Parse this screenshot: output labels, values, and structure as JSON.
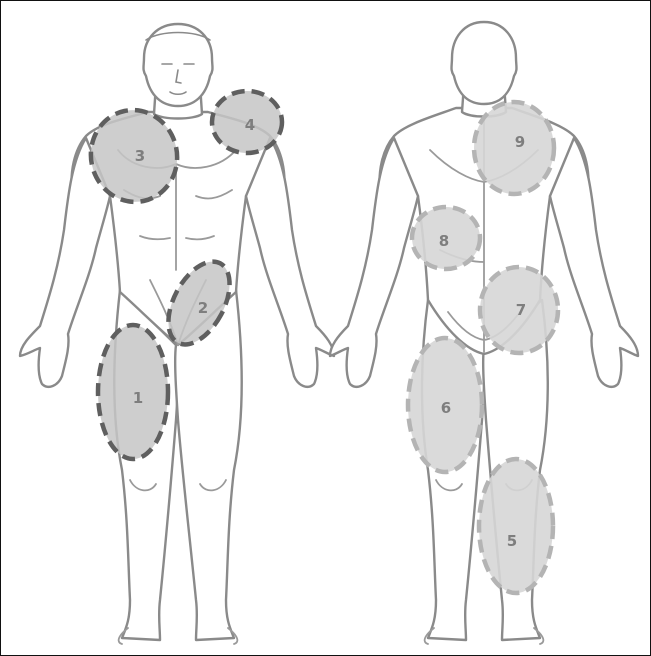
{
  "figure": {
    "views": [
      "front",
      "back"
    ],
    "zone_colors": {
      "front_outline": "#5f5f5f",
      "back_outline": "#b4b4b4",
      "fill": "#c6c6c6"
    },
    "zones": [
      {
        "id": "zone-1",
        "label": "1",
        "view": "front",
        "region": "right thigh"
      },
      {
        "id": "zone-2",
        "label": "2",
        "view": "front",
        "region": "left lower abdomen"
      },
      {
        "id": "zone-3",
        "label": "3",
        "view": "front",
        "region": "right shoulder"
      },
      {
        "id": "zone-4",
        "label": "4",
        "view": "front",
        "region": "left shoulder"
      },
      {
        "id": "zone-5",
        "label": "5",
        "view": "back",
        "region": "right calf"
      },
      {
        "id": "zone-6",
        "label": "6",
        "view": "back",
        "region": "left hamstring"
      },
      {
        "id": "zone-7",
        "label": "7",
        "view": "back",
        "region": "right buttock"
      },
      {
        "id": "zone-8",
        "label": "8",
        "view": "back",
        "region": "left flank"
      },
      {
        "id": "zone-9",
        "label": "9",
        "view": "back",
        "region": "right upper back"
      }
    ]
  }
}
